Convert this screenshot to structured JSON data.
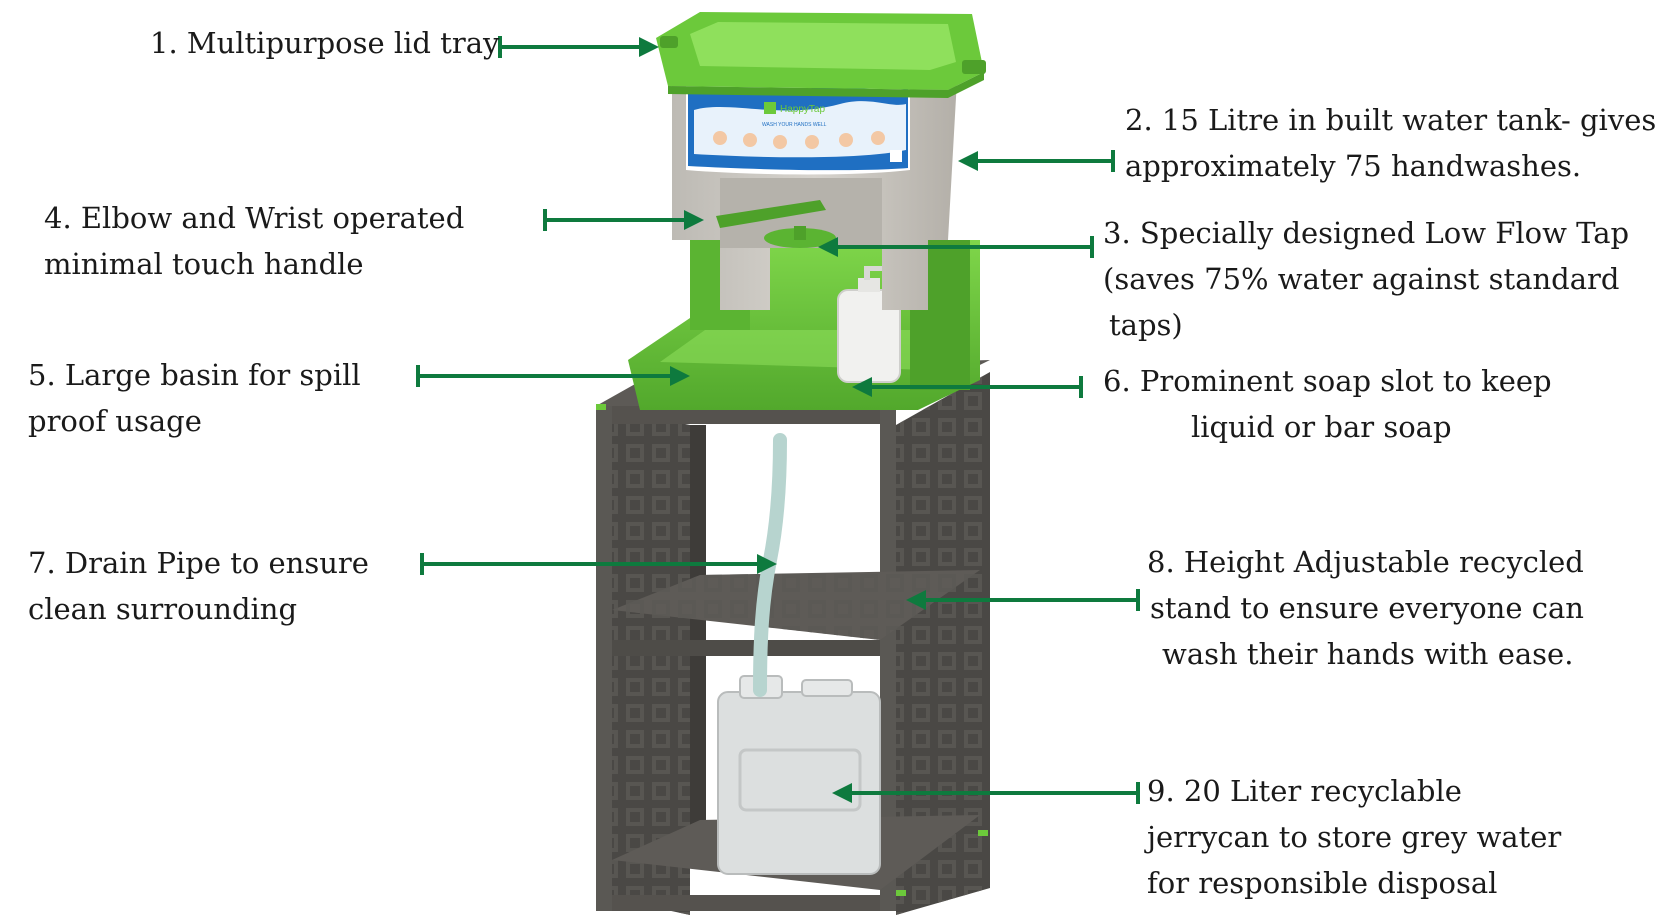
{
  "colors": {
    "arrow": "#0e7a3e",
    "tray_green": "#6cc93b",
    "tray_green_dark": "#4ea12a",
    "tank_grey": "#c9c6c0",
    "stand_grey": "#4a4845",
    "panel_blue": "#1f6fc2",
    "soap_white": "#eeeeee",
    "jerrycan": "#d9dcdc"
  },
  "product": {
    "brand_text": "HappyTap",
    "tagline": "WASH YOUR HANDS WELL"
  },
  "callouts": [
    {
      "id": "lid-tray",
      "lines": [
        "1. Multipurpose lid  tray"
      ]
    },
    {
      "id": "water-tank",
      "lines": [
        "2. 15 Litre in built water tank- gives",
        "approximately 75 handwashes."
      ]
    },
    {
      "id": "low-flow-tap",
      "lines": [
        "3. Specially designed Low Flow Tap",
        "(saves 75% water against standard",
        "taps)"
      ]
    },
    {
      "id": "touch-handle",
      "lines": [
        "4. Elbow and Wrist operated",
        "minimal  touch handle"
      ]
    },
    {
      "id": "large-basin",
      "lines": [
        "5. Large basin for spill",
        "proof usage"
      ]
    },
    {
      "id": "soap-slot",
      "lines": [
        "6. Prominent soap slot to keep",
        "liquid or bar soap"
      ]
    },
    {
      "id": "drain-pipe",
      "lines": [
        "7. Drain Pipe to ensure",
        "clean surrounding"
      ]
    },
    {
      "id": "adjustable-stand",
      "lines": [
        "8. Height Adjustable recycled",
        "stand to ensure everyone can",
        "wash their hands with ease."
      ]
    },
    {
      "id": "jerrycan",
      "lines": [
        "9. 20 Liter recyclable",
        "jerrycan to store grey water",
        "for responsible disposal"
      ]
    }
  ]
}
